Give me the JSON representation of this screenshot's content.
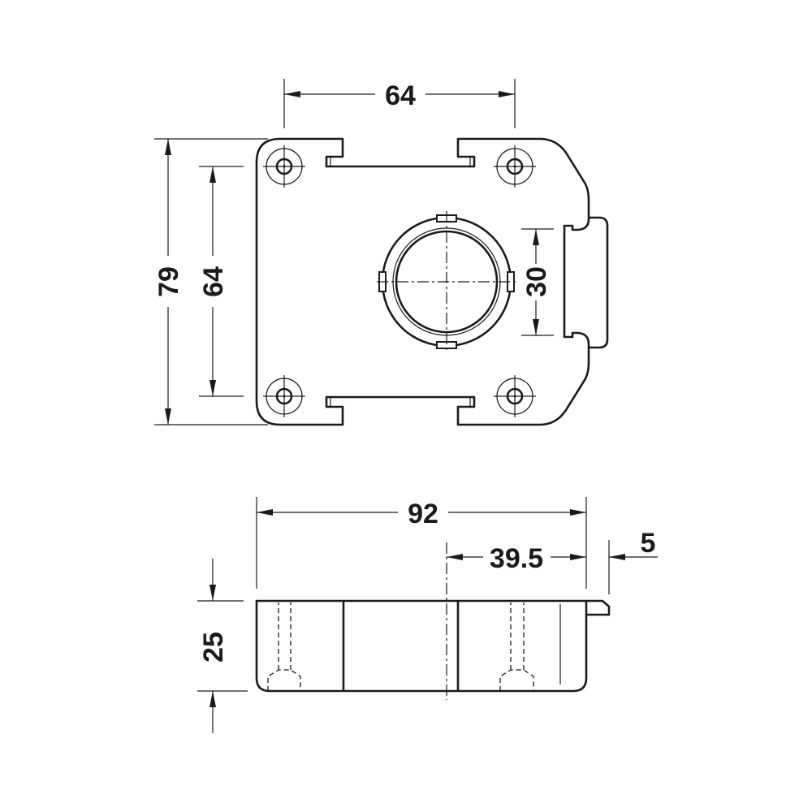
{
  "top_view": {
    "width_hole_spacing": "64",
    "overall_height": "79",
    "height_hole_spacing": "64",
    "bolt_width": "30"
  },
  "side_view": {
    "overall_length": "92",
    "center_to_front": "39.5",
    "flange": "5",
    "depth": "25"
  },
  "colors": {
    "line": "#1a1a1a",
    "background": "#ffffff"
  }
}
